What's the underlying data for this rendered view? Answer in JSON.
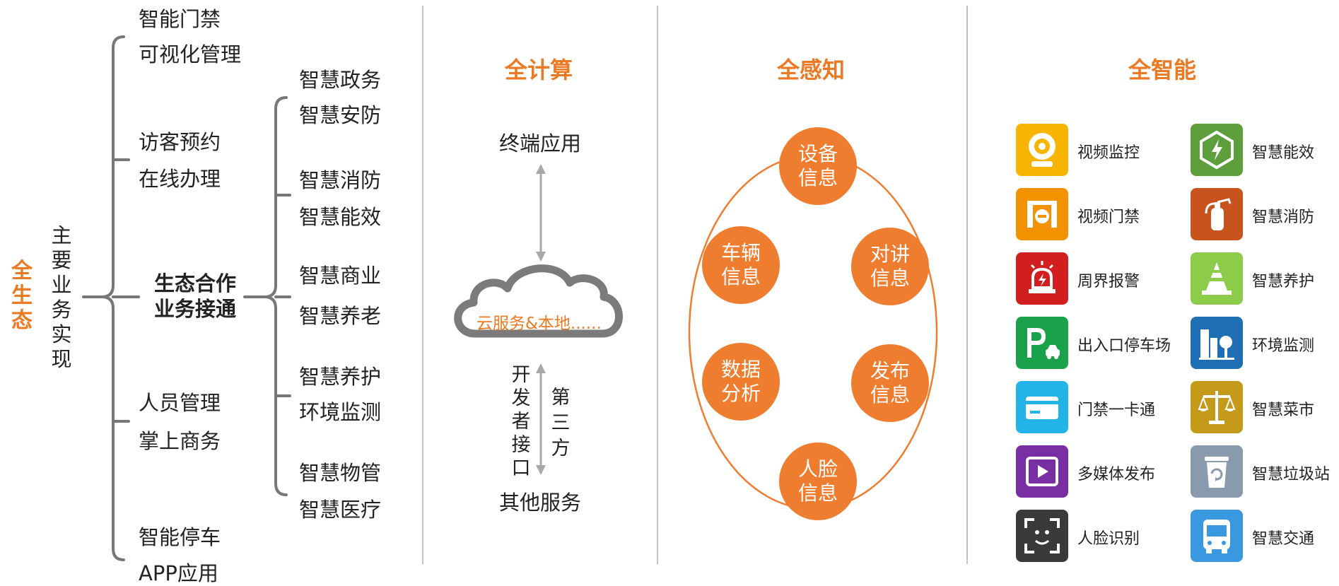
{
  "colors": {
    "accent": "#ec7a24",
    "circle_fill": "#ee7d2f",
    "bracket": "#777777",
    "divider": "#c4c4c4"
  },
  "ecosystem": {
    "title": "全生态",
    "main_label": "主要业务实现",
    "center_label": [
      "生态合作",
      "业务接通"
    ],
    "left_items": [
      "智能门禁",
      "可视化管理",
      "访客预约",
      "在线办理",
      "人员管理",
      "掌上商务",
      "智能停车",
      "APP应用"
    ],
    "right_items": [
      "智慧政务",
      "智慧安防",
      "智慧消防",
      "智慧能效",
      "智慧商业",
      "智慧养老",
      "智慧养护",
      "环境监测",
      "智慧物管",
      "智慧医疗"
    ]
  },
  "compute": {
    "title": "全计算",
    "top_label": "终端应用",
    "cloud_label": "云服务&本地......",
    "dev_interface": "开发者接口",
    "third_party": "第三方",
    "bottom_label": "其他服务"
  },
  "perception": {
    "title": "全感知",
    "nodes": [
      "设备信息",
      "对讲信息",
      "发布信息",
      "人脸信息",
      "数据分析",
      "车辆信息"
    ]
  },
  "intelligence": {
    "title": "全智能",
    "items": [
      {
        "label": "视频监控",
        "icon": "camera-icon",
        "color": "#f7b400"
      },
      {
        "label": "智慧能效",
        "icon": "energy-icon",
        "color": "#5e9e3c"
      },
      {
        "label": "视频门禁",
        "icon": "door-access-icon",
        "color": "#f39200"
      },
      {
        "label": "智慧消防",
        "icon": "fire-extinguisher-icon",
        "color": "#c9531c"
      },
      {
        "label": "周界报警",
        "icon": "alarm-icon",
        "color": "#d11f1f"
      },
      {
        "label": "智慧养护",
        "icon": "traffic-cone-icon",
        "color": "#8ccc4a"
      },
      {
        "label": "出入口停车场",
        "icon": "parking-icon",
        "color": "#1aa24a"
      },
      {
        "label": "环境监测",
        "icon": "city-environment-icon",
        "color": "#1f6fb5"
      },
      {
        "label": "门禁一卡通",
        "icon": "card-icon",
        "color": "#22b3e8"
      },
      {
        "label": "智慧菜市",
        "icon": "scale-icon",
        "color": "#c59a1b"
      },
      {
        "label": "多媒体发布",
        "icon": "media-play-icon",
        "color": "#7a2ea3"
      },
      {
        "label": "智慧垃圾站",
        "icon": "recycle-bin-icon",
        "color": "#8a9aad"
      },
      {
        "label": "人脸识别",
        "icon": "face-scan-icon",
        "color": "#3a3a3a"
      },
      {
        "label": "智慧交通",
        "icon": "bus-icon",
        "color": "#3a98e0"
      }
    ]
  }
}
